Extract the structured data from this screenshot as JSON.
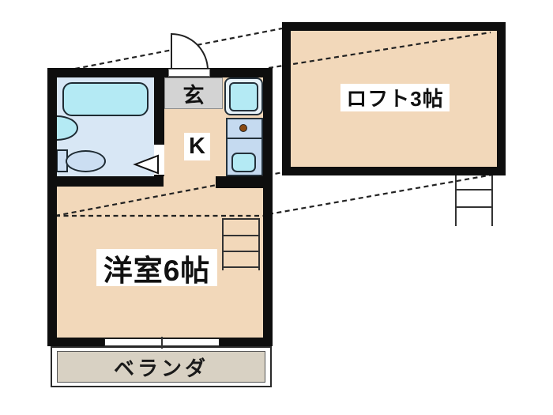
{
  "colors": {
    "wall": "#0e0e0e",
    "floor-tan": "#f2d8ba",
    "bath-floor": "#d8e7f5",
    "fixture-cyan": "#b4eaf4",
    "fixture-blue": "#cbdef2",
    "kitchen-unit-blue": "#c5daf0",
    "entrance-gray": "#d3d3d3",
    "balcony-gray": "#d8d1c3",
    "burner-brown": "#8a4a12",
    "line-dark": "#222222"
  },
  "rooms": {
    "entrance": {
      "label": "玄"
    },
    "kitchen": {
      "label": "K"
    },
    "loft": {
      "label": "ロフト3帖"
    },
    "main_room": {
      "label": "洋室6帖"
    },
    "balcony": {
      "label": "ベランダ"
    }
  }
}
